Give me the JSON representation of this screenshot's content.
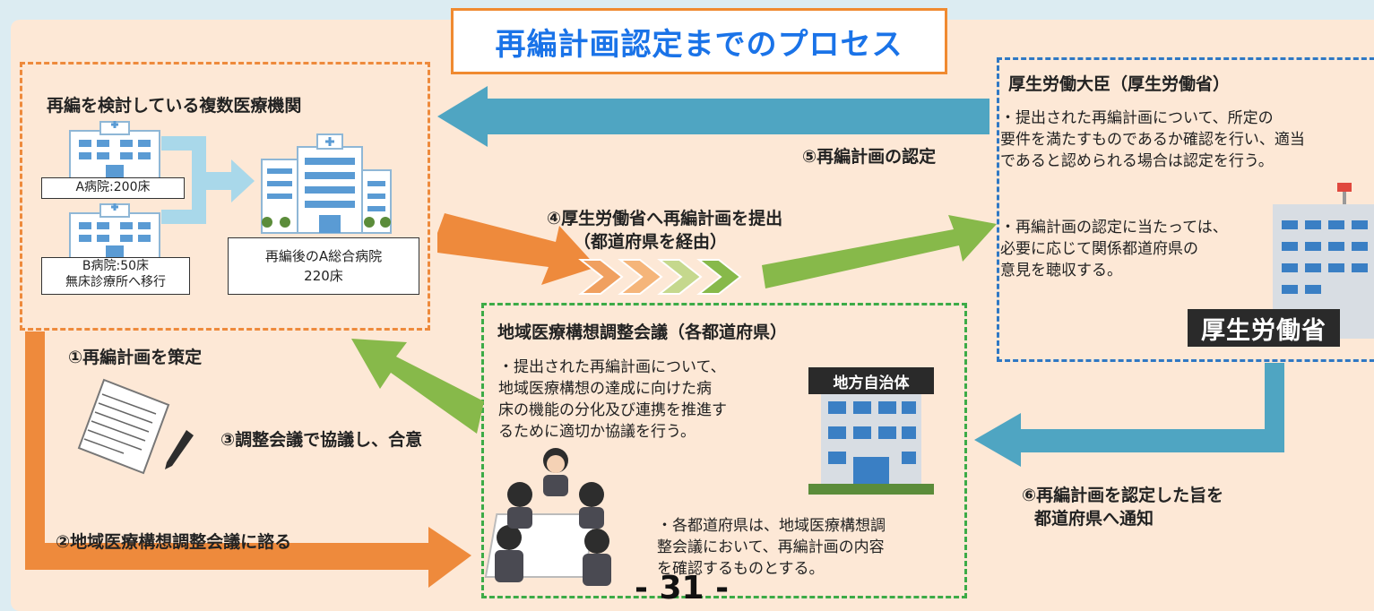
{
  "title": "再編計画認定までのプロセス",
  "hospitals": {
    "heading": "再編を検討している複数医療機関",
    "hospital_a": "A病院:200床",
    "hospital_b_line1": "B病院:50床",
    "hospital_b_line2": "無床診療所へ移行",
    "merged_line1": "再編後のA総合病院",
    "merged_line2": "220床"
  },
  "ministry": {
    "heading": "厚生労働大臣（厚生労働省）",
    "text1_line1": "・提出された再編計画について、所定の",
    "text1_line2": "要件を満たすものであるか確認を行い、適当",
    "text1_line3": "であると認められる場合は認定を行う。",
    "text2_line1": "・再編計画の認定に当たっては、",
    "text2_line2": "必要に応じて関係都道府県の",
    "text2_line3": "意見を聴収する。",
    "sign": "厚生労働省"
  },
  "council": {
    "heading": "地域医療構想調整会議（各都道府県）",
    "text1_line1": "・提出された再編計画について、",
    "text1_line2": "地域医療構想の達成に向けた病",
    "text1_line3": "床の機能の分化及び連携を推進す",
    "text1_line4": "るために適切か協議を行う。",
    "local_gov": "地方自治体",
    "text2_line1": "・各都道府県は、地域医療構想調",
    "text2_line2": "整会議において、再編計画の内容",
    "text2_line3": "を確認するものとする。"
  },
  "steps": {
    "s1": "①再編計画を策定",
    "s2": "②地域医療構想調整会議に諮る",
    "s3": "③調整会議で協議し、合意",
    "s4_line1": "④厚生労働省へ再編計画を提出",
    "s4_line2": "（都道府県を経由）",
    "s5": "⑤再編計画の認定",
    "s6_line1": "⑥再編計画を認定した旨を",
    "s6_line2": "都道府県へ通知"
  },
  "page_number": "- 31 -",
  "colors": {
    "orange": "#ee8a3c",
    "blue": "#2f78c4",
    "green": "#3cab47",
    "arrow_blue": "#4fa5c2",
    "arrow_green": "#87b94a",
    "title_blue": "#1a73e8"
  }
}
